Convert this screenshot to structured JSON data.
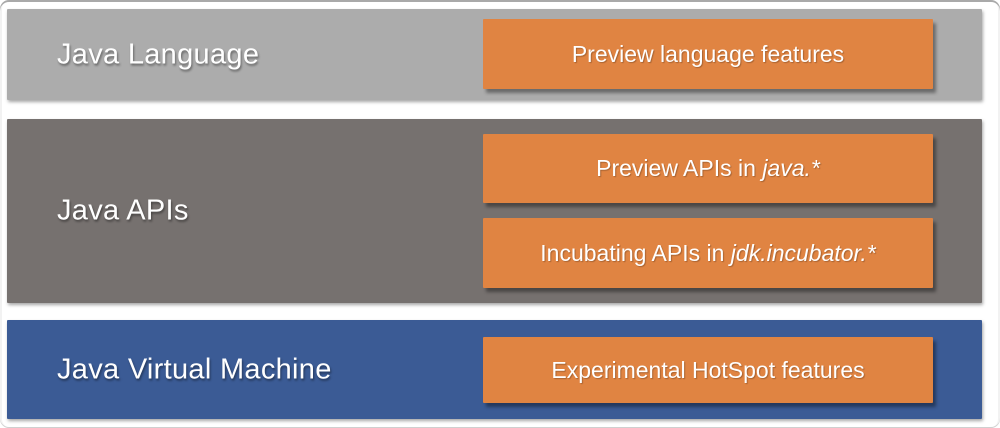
{
  "colors": {
    "band_language_bg": "#ACACAC",
    "band_apis_bg": "#76716F",
    "band_jvm_bg": "#3B5B95",
    "button_bg": "#E08442",
    "button_text": "#FFFFFF",
    "label_text": "#FFFFFF"
  },
  "bands": [
    {
      "label": "Java Language",
      "buttons": [
        {
          "text": "Preview language features",
          "italic": ""
        }
      ]
    },
    {
      "label": "Java APIs",
      "buttons": [
        {
          "text": "Preview APIs in ",
          "italic": "java.*"
        },
        {
          "text": "Incubating APIs in ",
          "italic": "jdk.incubator.*"
        }
      ]
    },
    {
      "label": "Java Virtual Machine",
      "buttons": [
        {
          "text": "Experimental HotSpot features",
          "italic": ""
        }
      ]
    }
  ]
}
